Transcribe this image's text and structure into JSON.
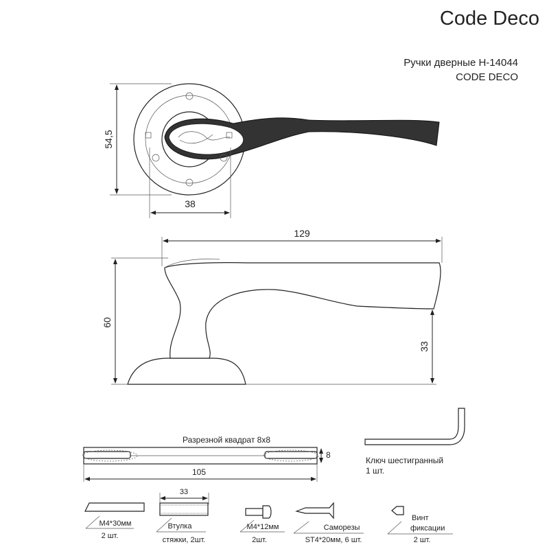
{
  "brand": "Code Deco",
  "header": {
    "product_line": "Ручки дверные  H-14044",
    "brand_caps": "CODE DECO"
  },
  "front_view": {
    "dim_height": "54,5",
    "dim_width": "38"
  },
  "side_view": {
    "dim_length": "129",
    "dim_height": "60",
    "dim_lever_height": "33"
  },
  "spindle": {
    "label": "Разрезной квадрат 8х8",
    "dim_length": "105",
    "dim_size": "8"
  },
  "hex_key": {
    "label_line1": "Ключ шестигранный",
    "label_line2": "1 шт."
  },
  "parts": [
    {
      "line1": "M4*30мм",
      "line2": "2 шт."
    },
    {
      "line1": "Втулка",
      "line2": "стяжки, 2шт.",
      "dim": "33"
    },
    {
      "line1": "M4*12мм",
      "line2": "2шт."
    },
    {
      "line1": "Саморезы",
      "line2": "ST4*20мм, 6 шт."
    },
    {
      "line1": "Винт",
      "line2": "фиксации",
      "line3": "2 шт."
    }
  ]
}
